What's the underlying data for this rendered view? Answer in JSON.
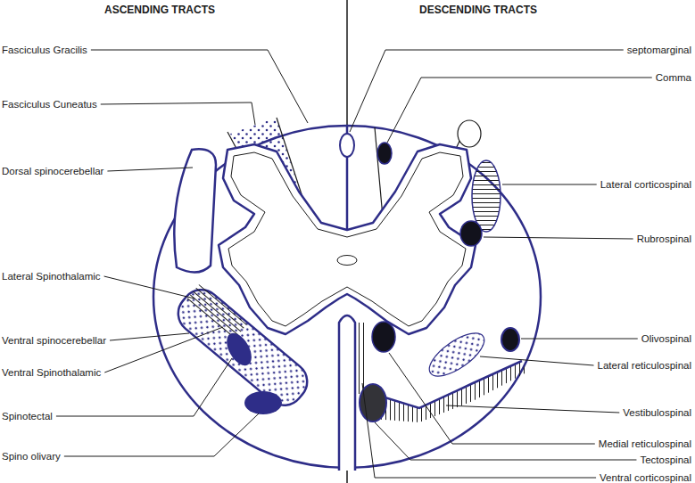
{
  "diagram": {
    "labels": [
      "ASCENDING TRACTS",
      "DESCENDING TRACTS",
      "Fasciculus Gracilis",
      "Fasciculus Cuneatus",
      "Dorsal spinocerebellar",
      "Lateral Spinothalamic",
      "Ventral spinocerebellar",
      "Ventral Spinothalamic",
      "Spinotectal",
      "Spino olivary",
      "septomarginal",
      "Comma",
      "Lateral corticospinal",
      "Rubrospinal",
      "Olivospinal",
      "Lateral reticulospinal",
      "Vestibulospinal",
      "Medial reticulospinal",
      "Tectospinal",
      "Ventral corticospinal"
    ]
  }
}
